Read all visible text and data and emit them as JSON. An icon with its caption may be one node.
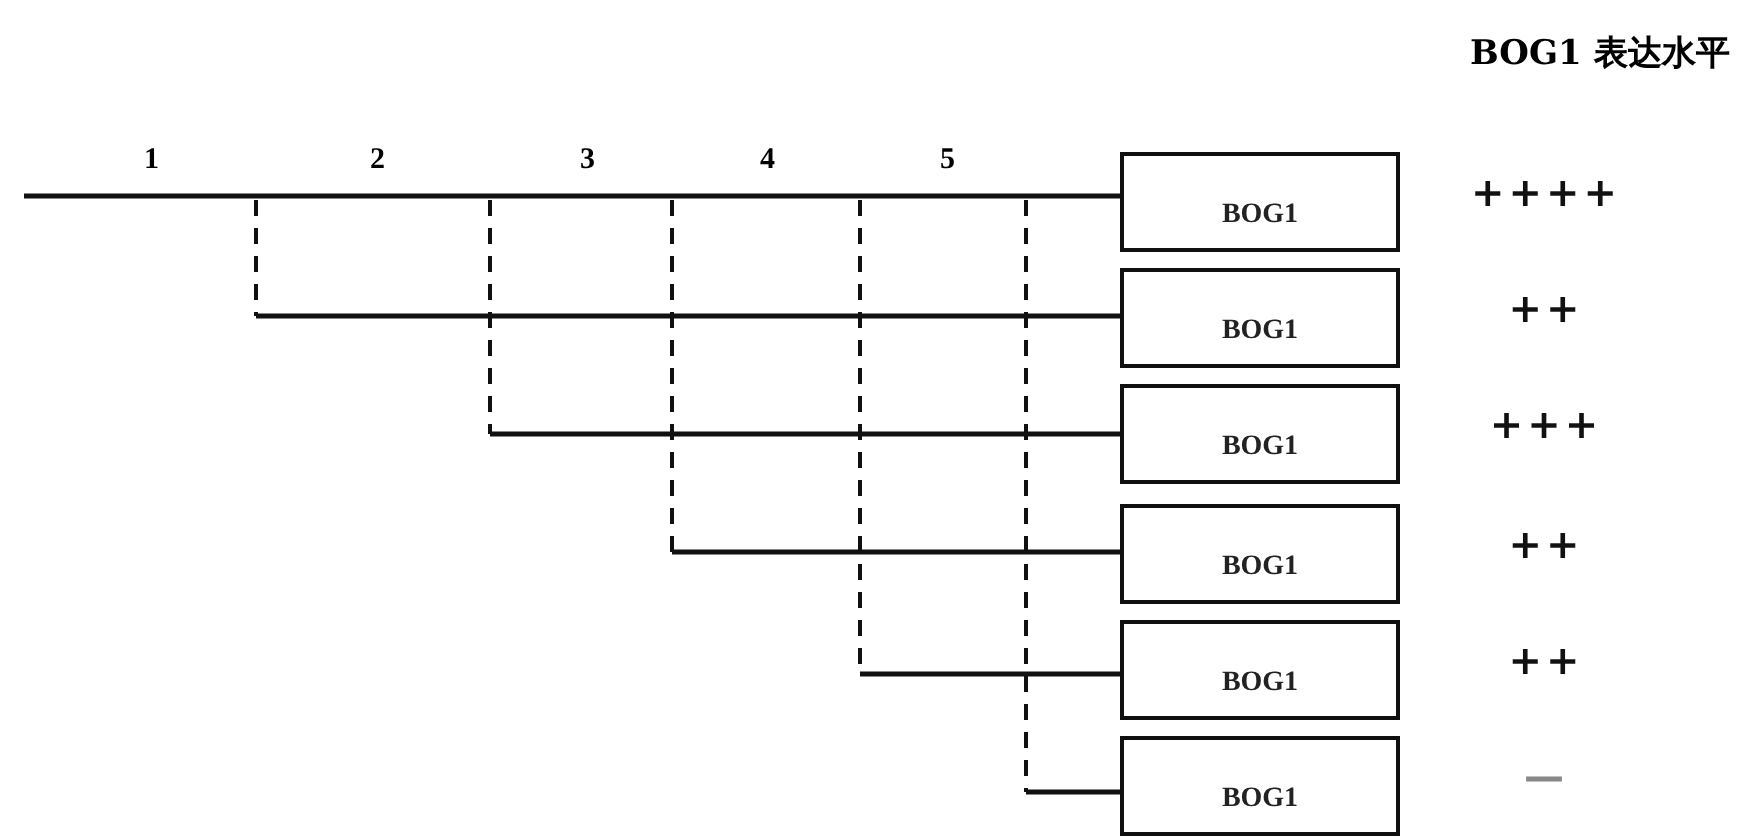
{
  "diagram": {
    "title": "BOG1 表达水平",
    "nodes": [
      {
        "text": [
          "BOG1"
        ],
        "beside": [
          "++++"
        ]
      },
      {
        "text": [
          "BOG1"
        ],
        "beside": [
          "++"
        ]
      },
      {
        "text": [
          "BOG1"
        ],
        "beside": [
          "+++"
        ]
      },
      {
        "text": [
          "BOG1"
        ],
        "beside": [
          "++"
        ]
      },
      {
        "text": [
          "BOG1"
        ],
        "beside": [
          "++"
        ]
      },
      {
        "text": [
          "BOG1"
        ],
        "beside": [
          "—"
        ]
      }
    ],
    "edges": [
      {
        "from": null,
        "to": 0,
        "arrow": "none"
      },
      {
        "from": null,
        "to": 1,
        "arrow": "none"
      },
      {
        "from": null,
        "to": 2,
        "arrow": "none"
      },
      {
        "from": null,
        "to": 3,
        "arrow": "none"
      },
      {
        "from": null,
        "to": 4,
        "arrow": "none"
      },
      {
        "from": null,
        "to": 5,
        "arrow": "none"
      }
    ],
    "labels": [
      "1",
      "2",
      "3",
      "4",
      "5"
    ]
  }
}
